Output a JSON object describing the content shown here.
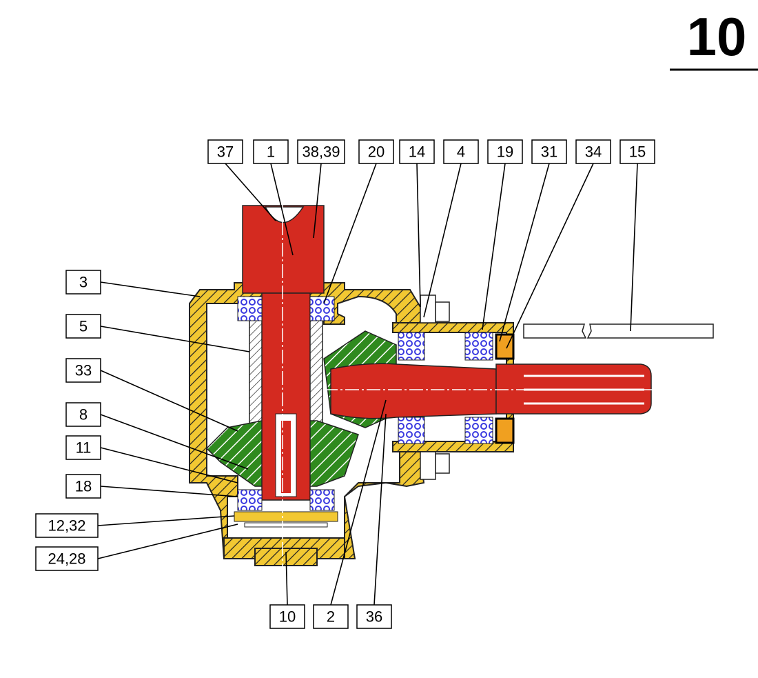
{
  "page_number": "10",
  "colors": {
    "housing": "#f2c832",
    "shaft": "#d42a20",
    "gear": "#2f8a1e",
    "bearing": "#3a3ae0",
    "seal": "#f0a020"
  },
  "labels": {
    "top": [
      "37",
      "1",
      "38,39",
      "20",
      "14",
      "4",
      "19",
      "31",
      "34",
      "15"
    ],
    "left": [
      "3",
      "5",
      "33",
      "8",
      "11",
      "18",
      "12,32",
      "24,28"
    ],
    "bottom": [
      "10",
      "2",
      "36"
    ]
  }
}
